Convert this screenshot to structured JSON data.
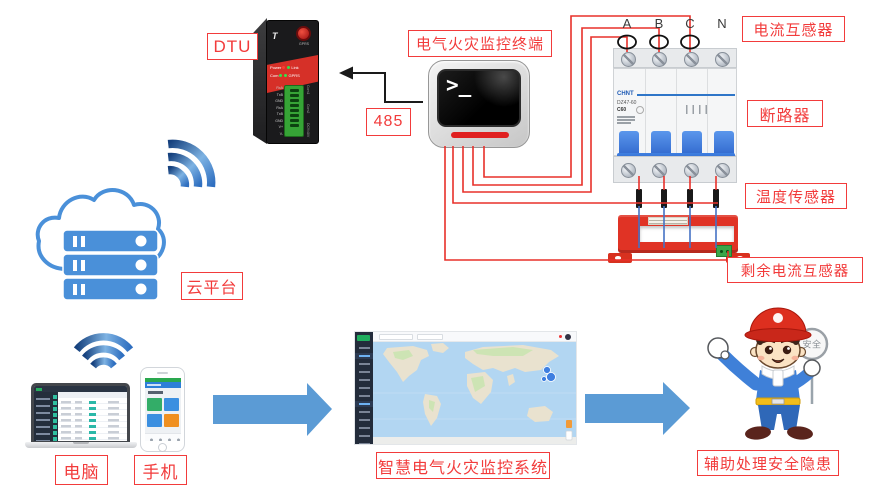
{
  "labels": {
    "dtu": "DTU",
    "bus": "485",
    "terminal": "电气火灾监控终端",
    "current_ct": "电流互感器",
    "breaker": "断路器",
    "temp_sensor": "温度传感器",
    "residual_ct": "剩余电流互感器",
    "cloud": "云平台",
    "computer": "电脑",
    "phone": "手机",
    "system": "智慧电气火灾监控系统",
    "assist": "辅助处理安全隐患"
  },
  "breaker": {
    "brand": "CHNT",
    "model": "DZ47-60",
    "rating": "C60",
    "phases": [
      "A",
      "B",
      "C",
      "N"
    ]
  },
  "dtu_device": {
    "antenna_label": "GPRS",
    "led_labels": [
      "Power",
      "Link",
      "Com",
      "GPRS"
    ],
    "pins": [
      "RxA",
      "TxB",
      "GND",
      "RxA",
      "TxB",
      "GND",
      "V+",
      "V-"
    ],
    "port_labels": [
      "Com1",
      "Com2",
      "DC9/48V"
    ]
  },
  "terminal_icon": {
    "prompt": ">_"
  },
  "worker": {
    "sign_text": "安全"
  },
  "colors": {
    "label_red": "#f23b3b",
    "wire_red": "#e8302a",
    "wire_blue": "#4472c4",
    "arrow_blue": "#5b9bd5",
    "brand_blue": "#2e75c8"
  }
}
